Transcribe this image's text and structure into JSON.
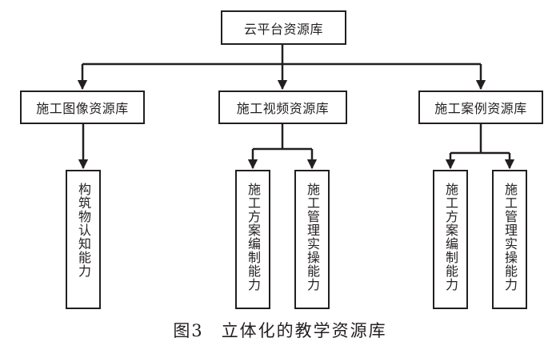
{
  "nodes": {
    "root": "云平台资源库",
    "image_lib": "施工图像资源库",
    "video_lib": "施工视频资源库",
    "case_lib": "施工案例资源库",
    "image_child": "构筑物认知能力",
    "video_child_plan": "施工方案编制能力",
    "video_child_manage": "施工管理实操能力",
    "case_child_plan": "施工方案编制能力",
    "case_child_manage": "施工管理实操能力"
  },
  "caption": {
    "figure_no": "图3",
    "title": "立体化的教学资源库"
  },
  "edges": [
    {
      "from": "root",
      "to": "image_lib"
    },
    {
      "from": "root",
      "to": "video_lib"
    },
    {
      "from": "root",
      "to": "case_lib"
    },
    {
      "from": "image_lib",
      "to": "image_child"
    },
    {
      "from": "video_lib",
      "to": "video_child_plan"
    },
    {
      "from": "video_lib",
      "to": "video_child_manage"
    },
    {
      "from": "case_lib",
      "to": "case_child_plan"
    },
    {
      "from": "case_lib",
      "to": "case_child_manage"
    }
  ],
  "colors": {
    "line": "#231f20",
    "text": "#231f20",
    "background": "#ffffff"
  }
}
